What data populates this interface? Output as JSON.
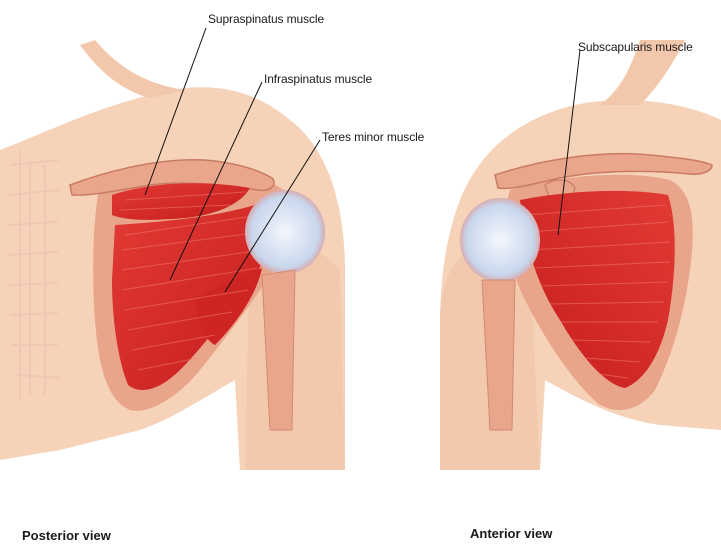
{
  "labels": {
    "supraspinatus": "Supraspinatus muscle",
    "infraspinatus": "Infraspinatus muscle",
    "teres_minor": "Teres minor muscle",
    "subscapularis": "Subscapularis muscle"
  },
  "captions": {
    "posterior": "Posterior view",
    "anterior": "Anterior view"
  },
  "colors": {
    "skin": "#f6d2b8",
    "skin_shadow": "#efbfa3",
    "bone": "#e9a58a",
    "muscle": "#de2b2b",
    "muscle_dark": "#a81616",
    "tendon": "#c8d6ec",
    "leader_line": "#111111"
  }
}
